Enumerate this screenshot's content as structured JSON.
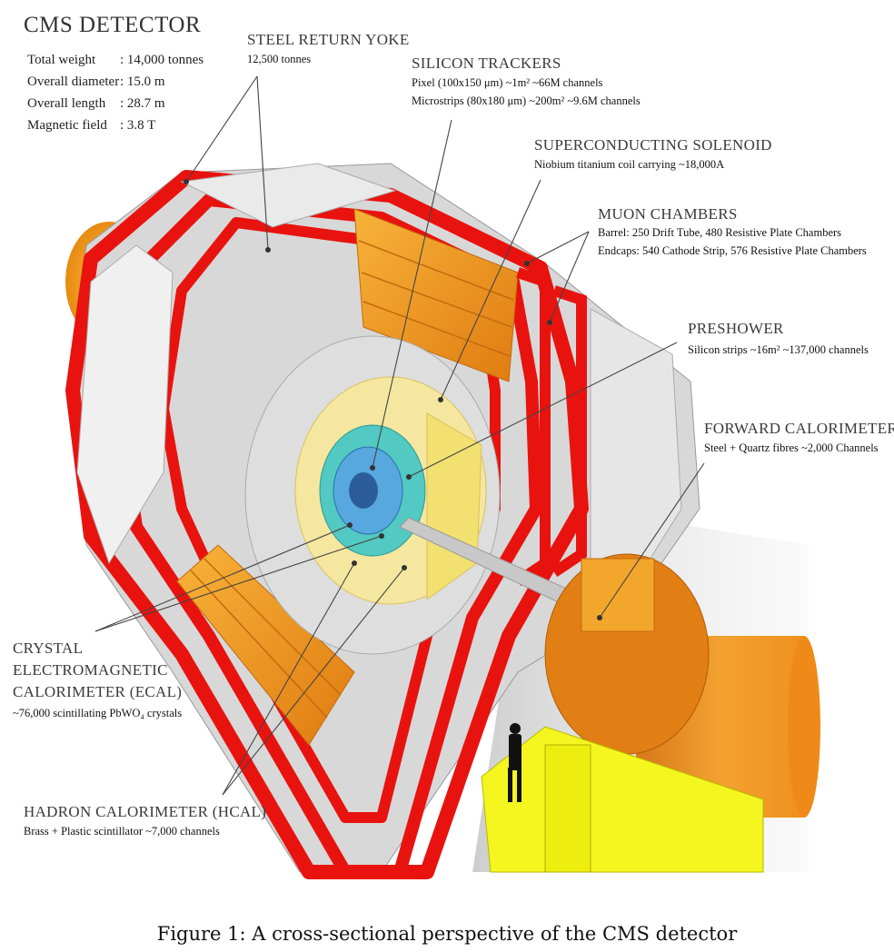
{
  "title": "CMS DETECTOR",
  "specs": [
    {
      "label": "Total weight",
      "value": ": 14,000 tonnes"
    },
    {
      "label": "Overall diameter",
      "value": ": 15.0 m"
    },
    {
      "label": "Overall length",
      "value": ": 28.7 m"
    },
    {
      "label": "Magnetic field",
      "value": ": 3.8 T"
    }
  ],
  "labels": {
    "yoke": {
      "head": "STEEL RETURN YOKE",
      "sub1": "12,500 tonnes"
    },
    "tracker": {
      "head": "SILICON TRACKERS",
      "sub1": "Pixel (100x150 μm) ~1m² ~66M channels",
      "sub2": "Microstrips (80x180 μm) ~200m² ~9.6M channels"
    },
    "solenoid": {
      "head": "SUPERCONDUCTING SOLENOID",
      "sub1": "Niobium titanium coil carrying ~18,000A"
    },
    "muon": {
      "head": "MUON CHAMBERS",
      "sub1": "Barrel: 250 Drift Tube, 480 Resistive Plate Chambers",
      "sub2": "Endcaps: 540 Cathode Strip, 576 Resistive Plate Chambers"
    },
    "preshower": {
      "head": "PRESHOWER",
      "sub1": "Silicon strips ~16m² ~137,000 channels"
    },
    "forward": {
      "head": "FORWARD CALORIMETER",
      "sub1": "Steel + Quartz fibres ~2,000 Channels"
    },
    "ecal": {
      "head1": "CRYSTAL",
      "head2": "ELECTROMAGNETIC",
      "head3": "CALORIMETER (ECAL)",
      "sub1": "~76,000 scintillating PbWO₄ crystals"
    },
    "hcal": {
      "head": "HADRON CALORIMETER (HCAL)",
      "sub1": "Brass + Plastic scintillator ~7,000 channels"
    }
  },
  "caption": "Figure 1: A cross-sectional perspective of the CMS detector"
}
